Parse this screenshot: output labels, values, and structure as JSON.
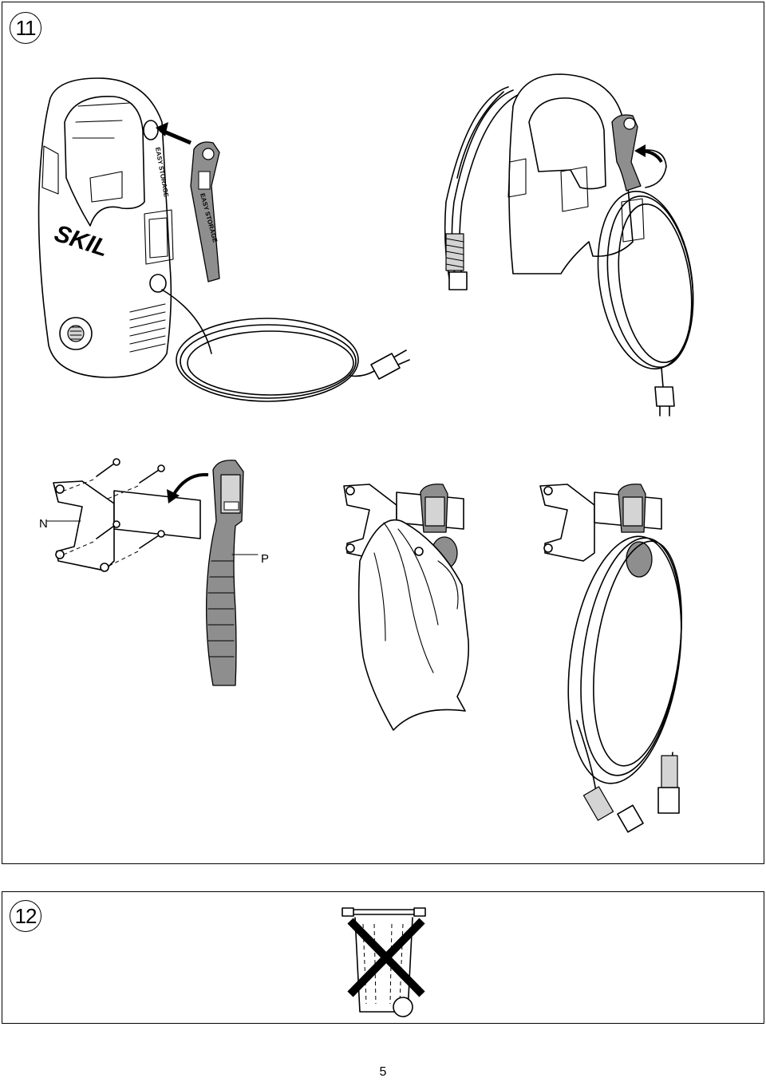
{
  "steps": [
    {
      "number": "11"
    },
    {
      "number": "12"
    }
  ],
  "callouts": {
    "n": "N",
    "p": "P"
  },
  "illustrations": {
    "brand": "SKIL",
    "band_text": "EASY STORAGE",
    "icons": [
      "pressure-washer-icon",
      "storage-band-icon",
      "power-plug-icon",
      "wall-bracket-icon",
      "screw-icon",
      "hand-icon",
      "hose-coil-icon",
      "crossed-out-bin-icon"
    ]
  },
  "page_number": "5"
}
